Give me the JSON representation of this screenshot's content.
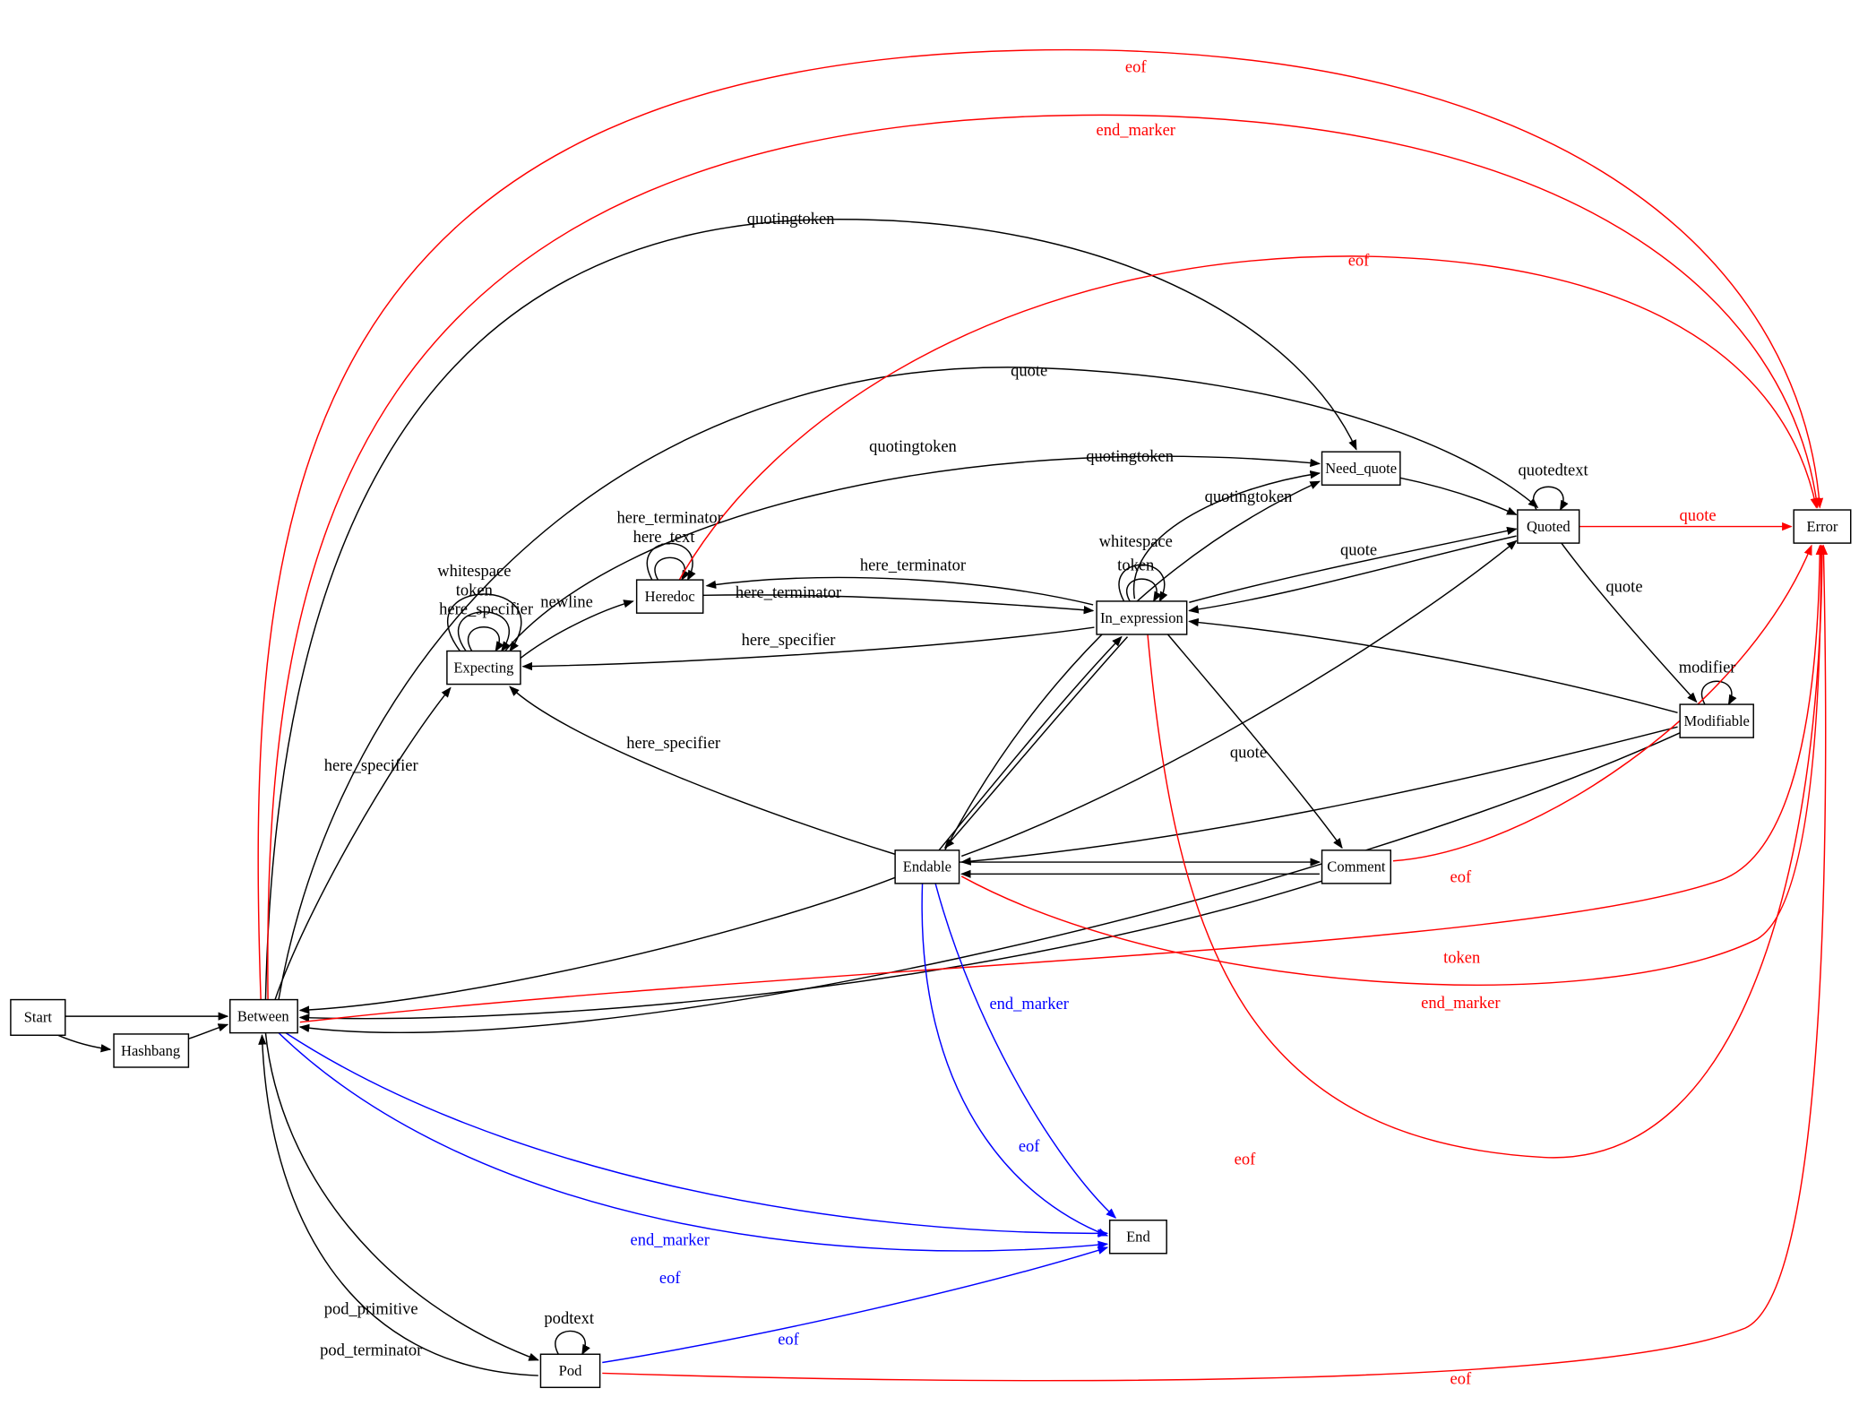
{
  "colors": {
    "edge_black": "#000000",
    "edge_red": "#ff0000",
    "edge_blue": "#0000ff",
    "node_fill": "#ffffff",
    "node_border": "#000000"
  },
  "nodes": {
    "start": {
      "label": "Start"
    },
    "hashbang": {
      "label": "Hashbang"
    },
    "between": {
      "label": "Between"
    },
    "expecting": {
      "label": "Expecting"
    },
    "heredoc": {
      "label": "Heredoc"
    },
    "in_expression": {
      "label": "In_expression"
    },
    "need_quote": {
      "label": "Need_quote"
    },
    "quoted": {
      "label": "Quoted"
    },
    "error": {
      "label": "Error"
    },
    "modifiable": {
      "label": "Modifiable"
    },
    "endable": {
      "label": "Endable"
    },
    "comment": {
      "label": "Comment"
    },
    "end": {
      "label": "End"
    },
    "pod": {
      "label": "Pod"
    }
  },
  "edge_labels": {
    "top_eof": {
      "label": "eof",
      "color": "red"
    },
    "top_end_marker": {
      "label": "end_marker",
      "color": "red"
    },
    "between_quotingtoken": {
      "label": "quotingtoken",
      "color": "black"
    },
    "heredoc_eof": {
      "label": "eof",
      "color": "red"
    },
    "between_quote": {
      "label": "quote",
      "color": "black"
    },
    "expecting_quotingtoken": {
      "label": "quotingtoken",
      "color": "black"
    },
    "inexpr_quotingtoken": {
      "label": "quotingtoken",
      "color": "black"
    },
    "quoted_quotedtext": {
      "label": "quotedtext",
      "color": "black"
    },
    "endable_quotingtoken": {
      "label": "quotingtoken",
      "color": "black"
    },
    "heredoc_loop_here_terminator": {
      "label": "here_terminator",
      "color": "black"
    },
    "heredoc_loop_here_text": {
      "label": "here_text",
      "color": "black"
    },
    "quoted_error_quote": {
      "label": "quote",
      "color": "red"
    },
    "inexpr_loop_whitespace": {
      "label": "whitespace",
      "color": "black"
    },
    "inexpr_quote": {
      "label": "quote",
      "color": "black"
    },
    "inexpr_loop_token": {
      "label": "token",
      "color": "black"
    },
    "heredoc_here_terminator_a": {
      "label": "here_terminator",
      "color": "black"
    },
    "expecting_loop_whitespace": {
      "label": "whitespace",
      "color": "black"
    },
    "expecting_loop_token": {
      "label": "token",
      "color": "black"
    },
    "quoted_modifiable_quote": {
      "label": "quote",
      "color": "black"
    },
    "expecting_loop_here_specifier": {
      "label": "here_specifier",
      "color": "black"
    },
    "expecting_newline": {
      "label": "newline",
      "color": "black"
    },
    "heredoc_here_terminator_b": {
      "label": "here_terminator",
      "color": "black"
    },
    "inexpr_here_specifier": {
      "label": "here_specifier",
      "color": "black"
    },
    "modifiable_loop_modifier": {
      "label": "modifier",
      "color": "black"
    },
    "endable_here_specifier": {
      "label": "here_specifier",
      "color": "black"
    },
    "endable_quote": {
      "label": "quote",
      "color": "black"
    },
    "between_here_specifier": {
      "label": "here_specifier",
      "color": "black"
    },
    "comment_eof": {
      "label": "eof",
      "color": "red"
    },
    "between_token": {
      "label": "token",
      "color": "red"
    },
    "endable_end_marker_err": {
      "label": "end_marker",
      "color": "red"
    },
    "endable_end_marker": {
      "label": "end_marker",
      "color": "blue"
    },
    "endable_eof_end": {
      "label": "eof",
      "color": "blue"
    },
    "inexpr_eof_err": {
      "label": "eof",
      "color": "red"
    },
    "between_end_marker_end": {
      "label": "end_marker",
      "color": "blue"
    },
    "between_eof_end": {
      "label": "eof",
      "color": "blue"
    },
    "pod_primitive": {
      "label": "pod_primitive",
      "color": "black"
    },
    "pod_podtext": {
      "label": "podtext",
      "color": "black"
    },
    "pod_terminator": {
      "label": "pod_terminator",
      "color": "black"
    },
    "pod_eof_end": {
      "label": "eof",
      "color": "blue"
    },
    "pod_eof_err": {
      "label": "eof",
      "color": "red"
    }
  }
}
